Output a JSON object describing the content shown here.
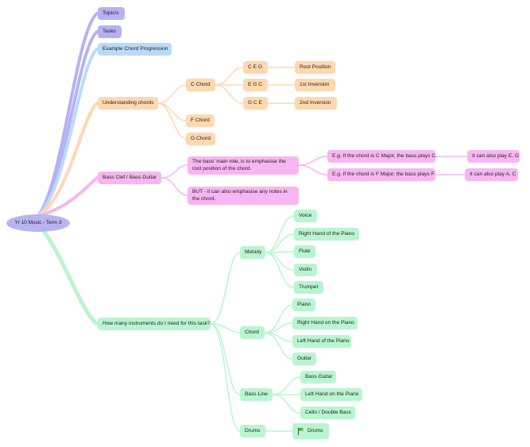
{
  "root": "Yr 10 Music - Term 3",
  "topics": "Topic/s",
  "tasks": "Tasks",
  "example": "Example Chord Progression",
  "chords": {
    "label": "Understanding chords",
    "c_chord": "C Chord",
    "ceg": "C E G",
    "egc": "E G C",
    "gce": "G C E",
    "root_position": "Root Position",
    "first_inversion": "1st Inversion",
    "second_inversion": "2nd Inversion",
    "f_chord": "F Chord",
    "g_chord": "G Chord"
  },
  "bass": {
    "label": "Bass Clef / Bass Guitar",
    "role": "The bass' main role, is to emphasise the root position of the chord.",
    "eg_c": "E.g. If the chord is C Major, the bass plays C.",
    "eg_f": "E.g. If the chord is F Major, the bass plays F",
    "also_c": "It can also play E, G",
    "also_f": "It can also play A, C",
    "but": "BUT - it can also emphasise any notes in the chord."
  },
  "instruments": {
    "label": "How many instruments do I need for this task?",
    "melody": "Melody",
    "voice": "Voice",
    "rh_piano_of": "Right Hand of the Piano",
    "flute": "Flute",
    "violin": "Violin",
    "trumpet": "Trumpet",
    "chord": "Chord",
    "piano": "Piano",
    "rh_piano_on": "Right Hand on the Piano",
    "lh_piano_of": "Left Hand of the Piano",
    "guitar": "Guitar",
    "bass_line": "Bass Line",
    "bass_guitar": "Bass Guitar",
    "lh_piano_on": "Left Hand on the Piano",
    "cello": "Cello / Double Bass",
    "drums": "Drums",
    "drums_leaf": "Drums",
    "drums_icon": "flag-icon"
  },
  "colors": {
    "purple": "#b7b1f3",
    "blue": "#b9dbf9",
    "orange": "#ffd8b0",
    "pink": "#f7b6f2",
    "green": "#b9f5cf",
    "root": "#b7b4ee"
  }
}
